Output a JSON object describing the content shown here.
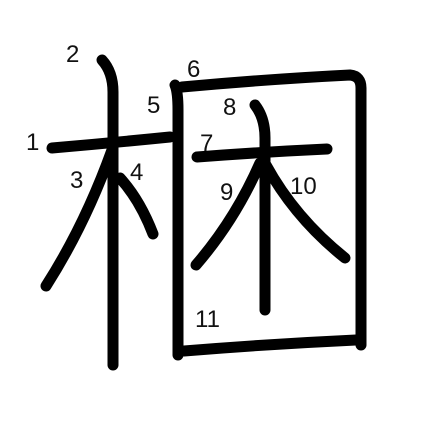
{
  "character": "梱",
  "stroke_color": "#000000",
  "label_color": "#111111",
  "background": "#ffffff",
  "stroke_labels": [
    "1",
    "2",
    "3",
    "4",
    "5",
    "6",
    "7",
    "8",
    "9",
    "10",
    "11"
  ]
}
